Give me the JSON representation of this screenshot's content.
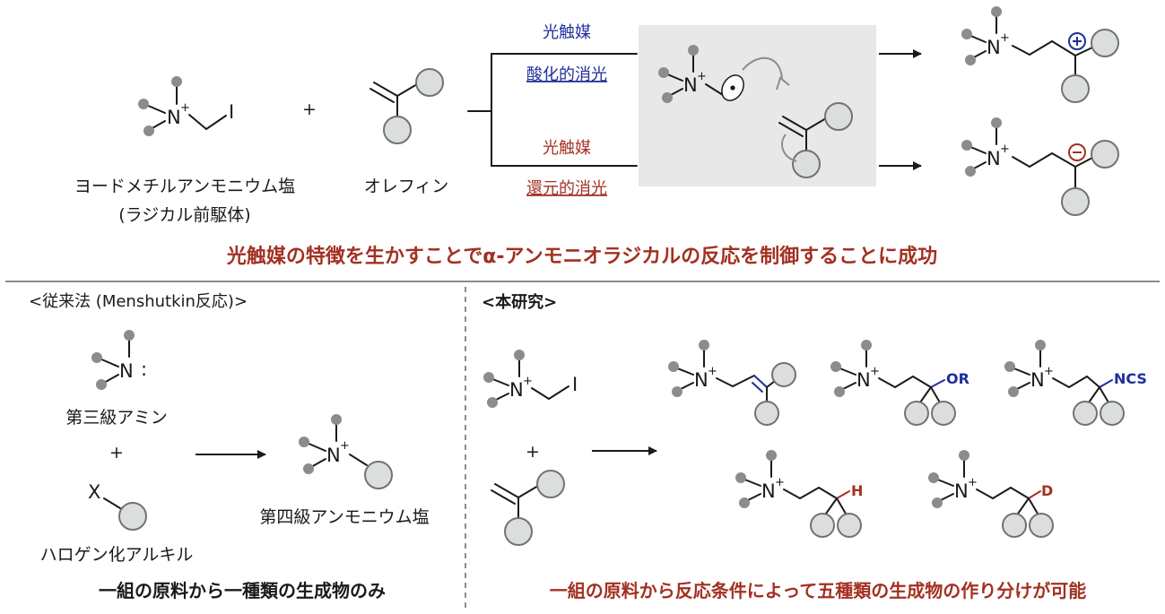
{
  "top": {
    "reagent1_name": "ヨードメチルアンモニウム塩",
    "reagent1_sub": "(ラジカル前駆体)",
    "plus": "+",
    "reagent2_name": "オレフィン",
    "path_ox_top": "光触媒",
    "path_ox_bottom": "酸化的消光",
    "path_red_top": "光触媒",
    "path_red_bottom": "還元的消光",
    "headline": "光触媒の特徴を生かすことでα-アンモニオラジカルの反応を制御することに成功",
    "colors": {
      "blue": "#1f2f9a",
      "red": "#a33022",
      "panel": "#e8e8e8"
    }
  },
  "left": {
    "title": "<従来法 (Menshutkin反応)>",
    "amine_label": "第三級アミン",
    "halide_label": "ハロゲン化アルキル",
    "product_label": "第四級アンモニウム塩",
    "plus": "+",
    "summary": "一組の原料から一種類の生成物のみ"
  },
  "right": {
    "title": "<本研究>",
    "plus": "+",
    "sub_OR": "OR",
    "sub_NCS": "NCS",
    "sub_H": "H",
    "sub_D": "D",
    "summary": "一組の原料から反応条件によって五種類の生成物の作り分けが可能"
  },
  "atoms": {
    "N": "N",
    "plus_sign": "+",
    "I": "I",
    "X": "X",
    "colon": ":"
  }
}
